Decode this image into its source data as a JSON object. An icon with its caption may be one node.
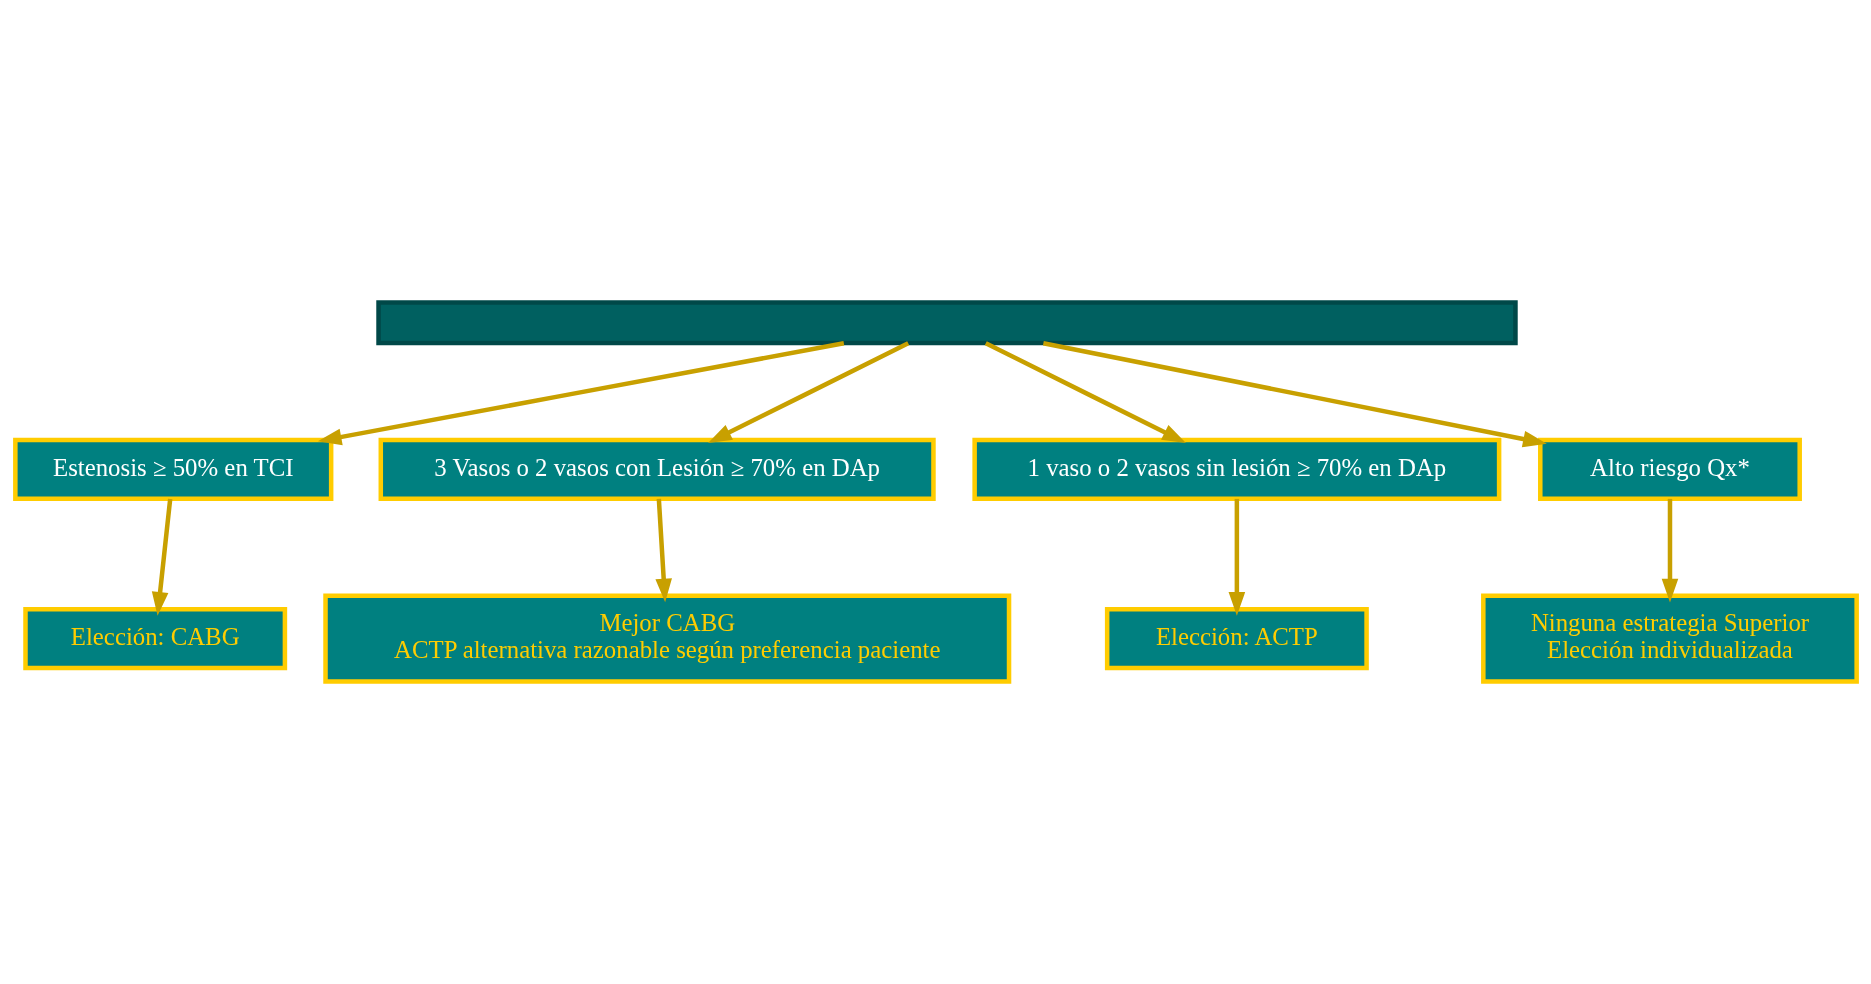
{
  "diagram": {
    "nodes": [
      {
        "text": [],
        "shape": "box"
      },
      {
        "text": [
          "Estenosis ≥ 50% en TCI"
        ]
      },
      {
        "text": [
          "3 Vasos o 2 vasos con Lesión ≥ 70% en DAp"
        ]
      },
      {
        "text": [
          "1 vaso o 2 vasos sin lesión ≥ 70% en DAp"
        ]
      },
      {
        "text": [
          "Alto riesgo Qx*"
        ]
      },
      {
        "text": [
          "Elección: CABG"
        ]
      },
      {
        "text": [
          "Mejor CABG",
          "ACTP alternativa razonable según preferencia paciente"
        ]
      },
      {
        "text": [
          "Elección: ACTP"
        ]
      },
      {
        "text": [
          "Ninguna estrategia Superior",
          "Elección individualizada"
        ]
      }
    ],
    "edges": [
      {
        "from": 0,
        "to": 1,
        "arrow": "to"
      },
      {
        "from": 0,
        "to": 2,
        "arrow": "to"
      },
      {
        "from": 0,
        "to": 3,
        "arrow": "to"
      },
      {
        "from": 0,
        "to": 4,
        "arrow": "to"
      },
      {
        "from": 1,
        "to": 5,
        "arrow": "to"
      },
      {
        "from": 2,
        "to": 6,
        "arrow": "to"
      },
      {
        "from": 3,
        "to": 7,
        "arrow": "to"
      },
      {
        "from": 4,
        "to": 8,
        "arrow": "to"
      }
    ]
  }
}
